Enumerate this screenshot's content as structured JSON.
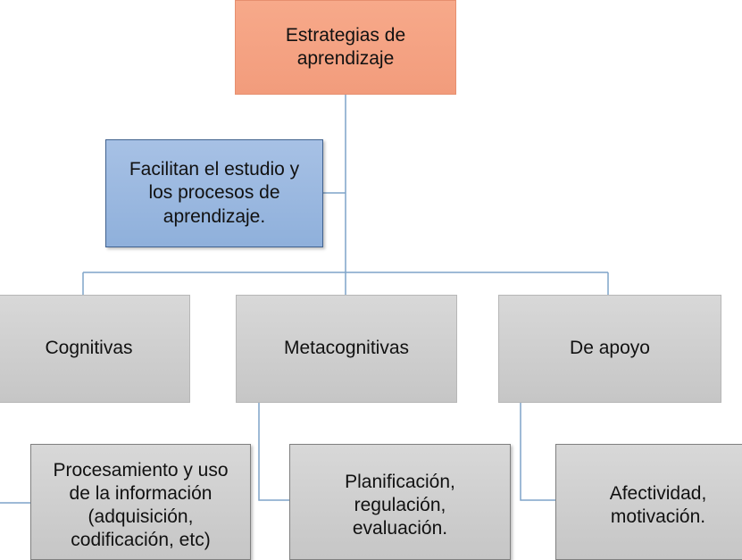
{
  "root": {
    "label": "Estrategias de\naprendizaje"
  },
  "note": {
    "label": "Facilitan el estudio y\nlos procesos de\naprendizaje."
  },
  "categories": [
    {
      "label": "Cognitivas"
    },
    {
      "label": "Metacognitivas"
    },
    {
      "label": "De apoyo"
    }
  ],
  "subs": [
    {
      "label": "Procesamiento y uso\nde la información\n(adquisición,\ncodificación, etc)"
    },
    {
      "label": "Planificación,\nregulación,\nevaluación."
    },
    {
      "label": "Afectividad,\nmotivación."
    }
  ],
  "colors": {
    "root_fill": "#f4a283",
    "note_fill": "#9db9e1",
    "box_fill": "#d0d0d0",
    "connector": "#7fa4c9"
  }
}
